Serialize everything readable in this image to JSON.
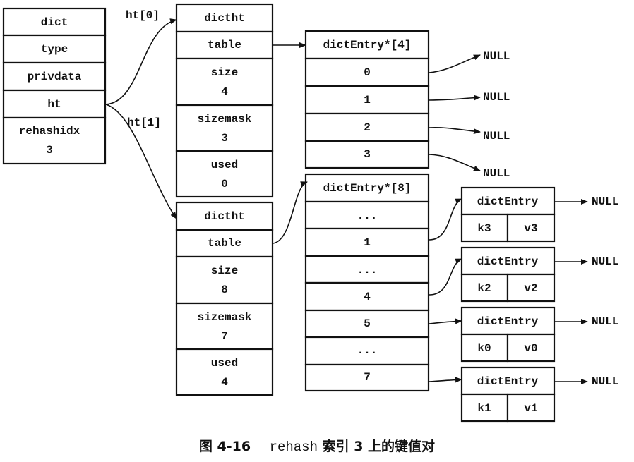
{
  "dict": {
    "title": "dict",
    "fields": [
      "type",
      "privdata",
      "ht"
    ],
    "rehashidx_label": "rehashidx",
    "rehashidx_value": "3"
  },
  "pointer_labels": {
    "ht0": "ht[0]",
    "ht1": "ht[1]"
  },
  "ht0": {
    "title": "dictht",
    "table_label": "table",
    "size_label": "size",
    "size_value": "4",
    "sizemask_label": "sizemask",
    "sizemask_value": "3",
    "used_label": "used",
    "used_value": "0"
  },
  "ht1": {
    "title": "dictht",
    "table_label": "table",
    "size_label": "size",
    "size_value": "8",
    "sizemask_label": "sizemask",
    "sizemask_value": "7",
    "used_label": "used",
    "used_value": "4"
  },
  "table0": {
    "title": "dictEntry*[4]",
    "slots": [
      "0",
      "1",
      "2",
      "3"
    ]
  },
  "table1": {
    "title": "dictEntry*[8]",
    "slots": [
      "...",
      "1",
      "...",
      "4",
      "5",
      "...",
      "7"
    ]
  },
  "entries": [
    {
      "title": "dictEntry",
      "key": "k3",
      "value": "v3",
      "next": "NULL"
    },
    {
      "title": "dictEntry",
      "key": "k2",
      "value": "v2",
      "next": "NULL"
    },
    {
      "title": "dictEntry",
      "key": "k0",
      "value": "v0",
      "next": "NULL"
    },
    {
      "title": "dictEntry",
      "key": "k1",
      "value": "v1",
      "next": "NULL"
    }
  ],
  "null_label": "NULL",
  "caption": {
    "figure": "图 4-16",
    "code": "rehash",
    "text_a": "索引 3 上的键值对"
  }
}
